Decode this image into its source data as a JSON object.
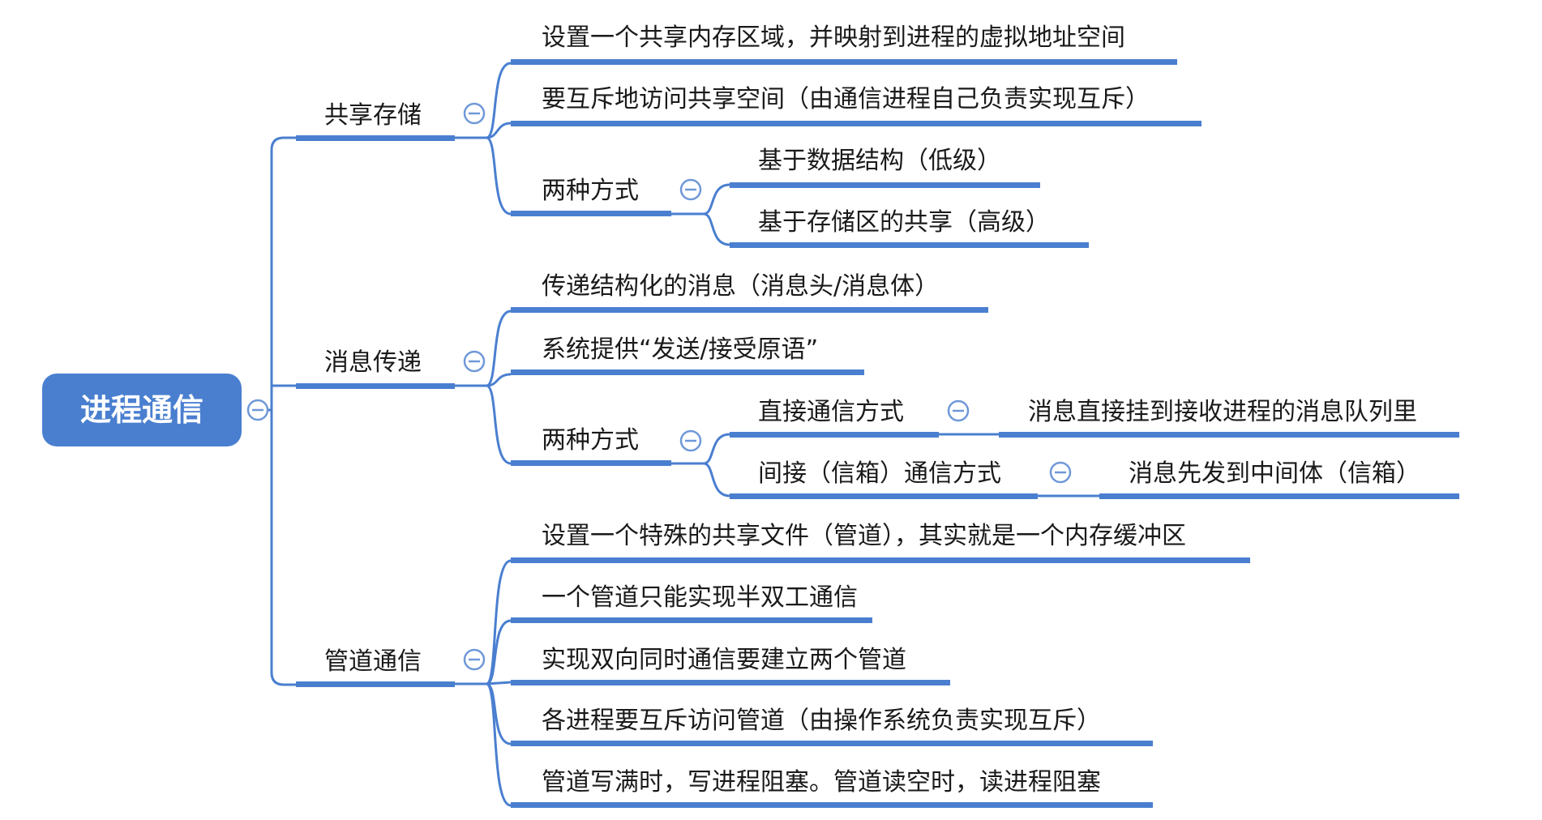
{
  "theme": {
    "accent": "#4a7fd0",
    "root_fill": "#4a7fd0",
    "text": "#1a1a1a"
  },
  "root": {
    "label": "进程通信"
  },
  "branches": [
    {
      "label": "共享存储",
      "children": [
        {
          "label": "设置一个共享内存区域，并映射到进程的虚拟地址空间"
        },
        {
          "label": "要互斥地访问共享空间（由通信进程自己负责实现互斥）"
        },
        {
          "label": "两种方式",
          "children": [
            {
              "label": "基于数据结构（低级）"
            },
            {
              "label": "基于存储区的共享（高级）"
            }
          ]
        }
      ]
    },
    {
      "label": "消息传递",
      "children": [
        {
          "label": "传递结构化的消息（消息头/消息体）"
        },
        {
          "label": "系统提供“发送/接受原语”"
        },
        {
          "label": "两种方式",
          "children": [
            {
              "label": "直接通信方式",
              "children": [
                {
                  "label": "消息直接挂到接收进程的消息队列里"
                }
              ]
            },
            {
              "label": "间接（信箱）通信方式",
              "children": [
                {
                  "label": "消息先发到中间体（信箱）"
                }
              ]
            }
          ]
        }
      ]
    },
    {
      "label": "管道通信",
      "children": [
        {
          "label": "设置一个特殊的共享文件（管道），其实就是一个内存缓冲区"
        },
        {
          "label": "一个管道只能实现半双工通信"
        },
        {
          "label": "实现双向同时通信要建立两个管道"
        },
        {
          "label": "各进程要互斥访问管道（由操作系统负责实现互斥）"
        },
        {
          "label": "管道写满时，写进程阻塞。管道读空时，读进程阻塞"
        }
      ]
    }
  ]
}
